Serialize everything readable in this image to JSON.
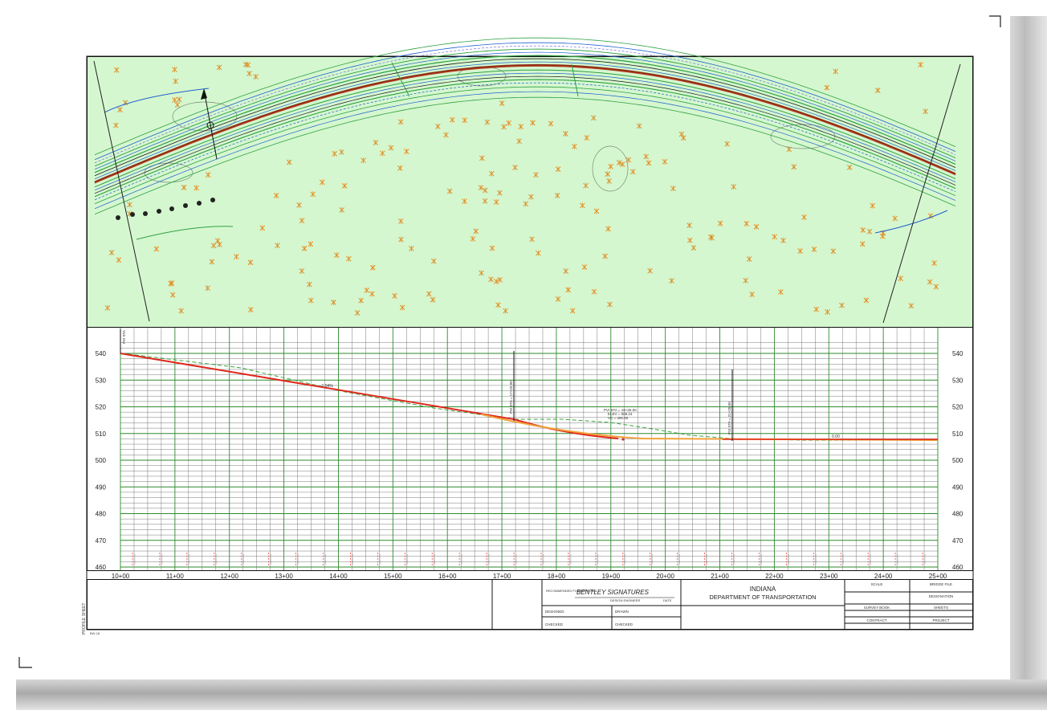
{
  "profile": {
    "stations": [
      "10+00",
      "11+00",
      "12+00",
      "13+00",
      "14+00",
      "15+00",
      "16+00",
      "17+00",
      "18+00",
      "19+00",
      "20+00",
      "21+00",
      "22+00",
      "23+00",
      "24+00",
      "25+00"
    ],
    "elevations": [
      540,
      530,
      520,
      510,
      500,
      490,
      480,
      470,
      460
    ],
    "grade_label_1": "-1.94%",
    "grade_label_2": "0.00",
    "pvi_label_1": "PVI STA = 17+25.00",
    "pvi_label_2": "PVI STA = 21+25.00",
    "vc_lines": [
      "PVI STA = 19+25.00",
      "ELEV = 508.24",
      "VC = 400.00"
    ],
    "left_marker": "PVI STA",
    "corner_vertical_text": "PROFILE SHEET",
    "corner_small": "BW-18"
  },
  "titleblock": {
    "state": "INDIANA",
    "dept": "DEPARTMENT OF TRANSPORTATION",
    "signature": "BENTLEY SIGNATURES",
    "approved_for": "RECOMMENDED FOR APPROVAL",
    "engineer_caption": "DESIGN ENGINEER",
    "date_label": "DATE",
    "designed": "DESIGNED",
    "drawn": "DRAWN",
    "checked": "CHECKED",
    "scale": "SCALE",
    "bridge_file": "BRIDGE FILE",
    "designation": "DESIGNATION",
    "survey_book": "SURVEY BOOK",
    "sheets": "SHEETS",
    "contract": "CONTRACT",
    "project": "PROJECT"
  },
  "colors": {
    "plan_bg": "#d5f7cf",
    "grid_green": "#2e8a2e",
    "grid_gray": "#555555",
    "profile_red": "#e0281c",
    "profile_orange": "#f2a13a",
    "stationing_red": "#ef4a4a"
  }
}
